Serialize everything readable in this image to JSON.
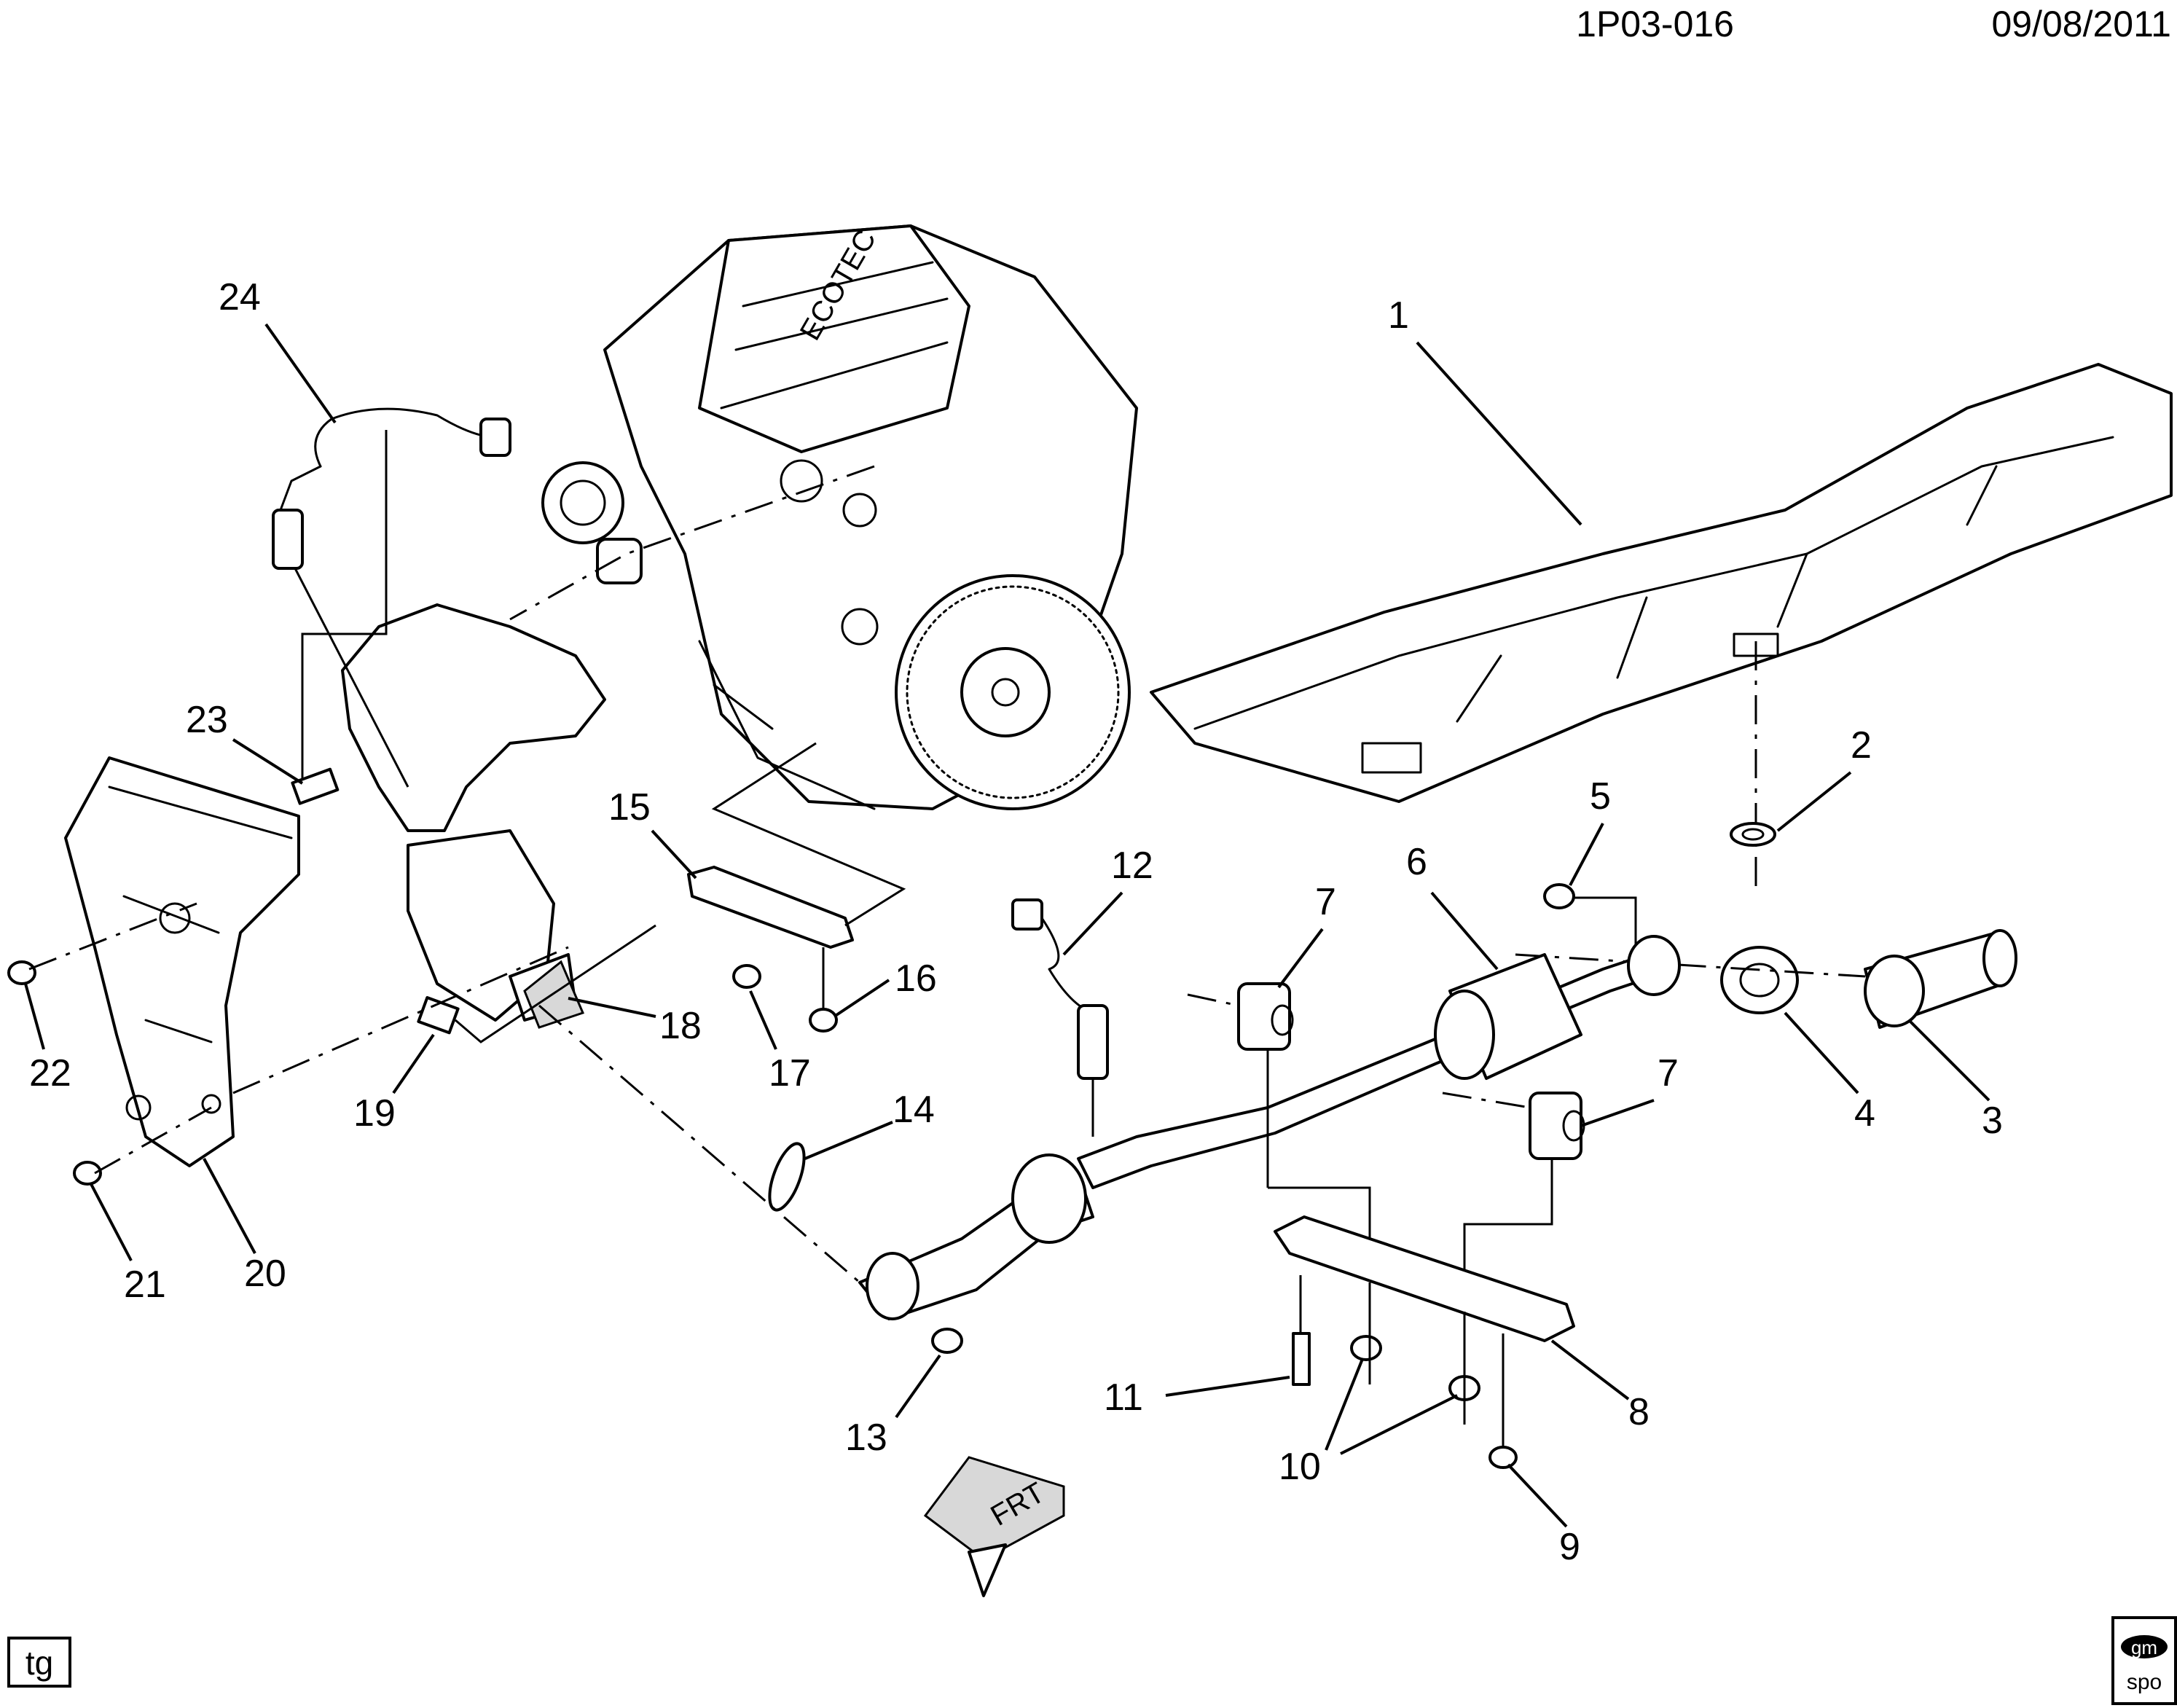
{
  "header": {
    "code": "1P03-016",
    "date": "09/08/2011"
  },
  "callouts": {
    "c1": "1",
    "c2": "2",
    "c3": "3",
    "c4": "4",
    "c5": "5",
    "c6": "6",
    "c7a": "7",
    "c7b": "7",
    "c8": "8",
    "c9": "9",
    "c10": "10",
    "c11": "11",
    "c12": "12",
    "c13": "13",
    "c14": "14",
    "c15": "15",
    "c16": "16",
    "c17": "17",
    "c18": "18",
    "c19": "19",
    "c20": "20",
    "c21": "21",
    "c22": "22",
    "c23": "23",
    "c24": "24"
  },
  "engine_cover_text": "ECOTEC",
  "direction_arrow_text": "FRT",
  "corner_tag": "tg",
  "logo": {
    "line1": "gm",
    "line2": "spo"
  }
}
